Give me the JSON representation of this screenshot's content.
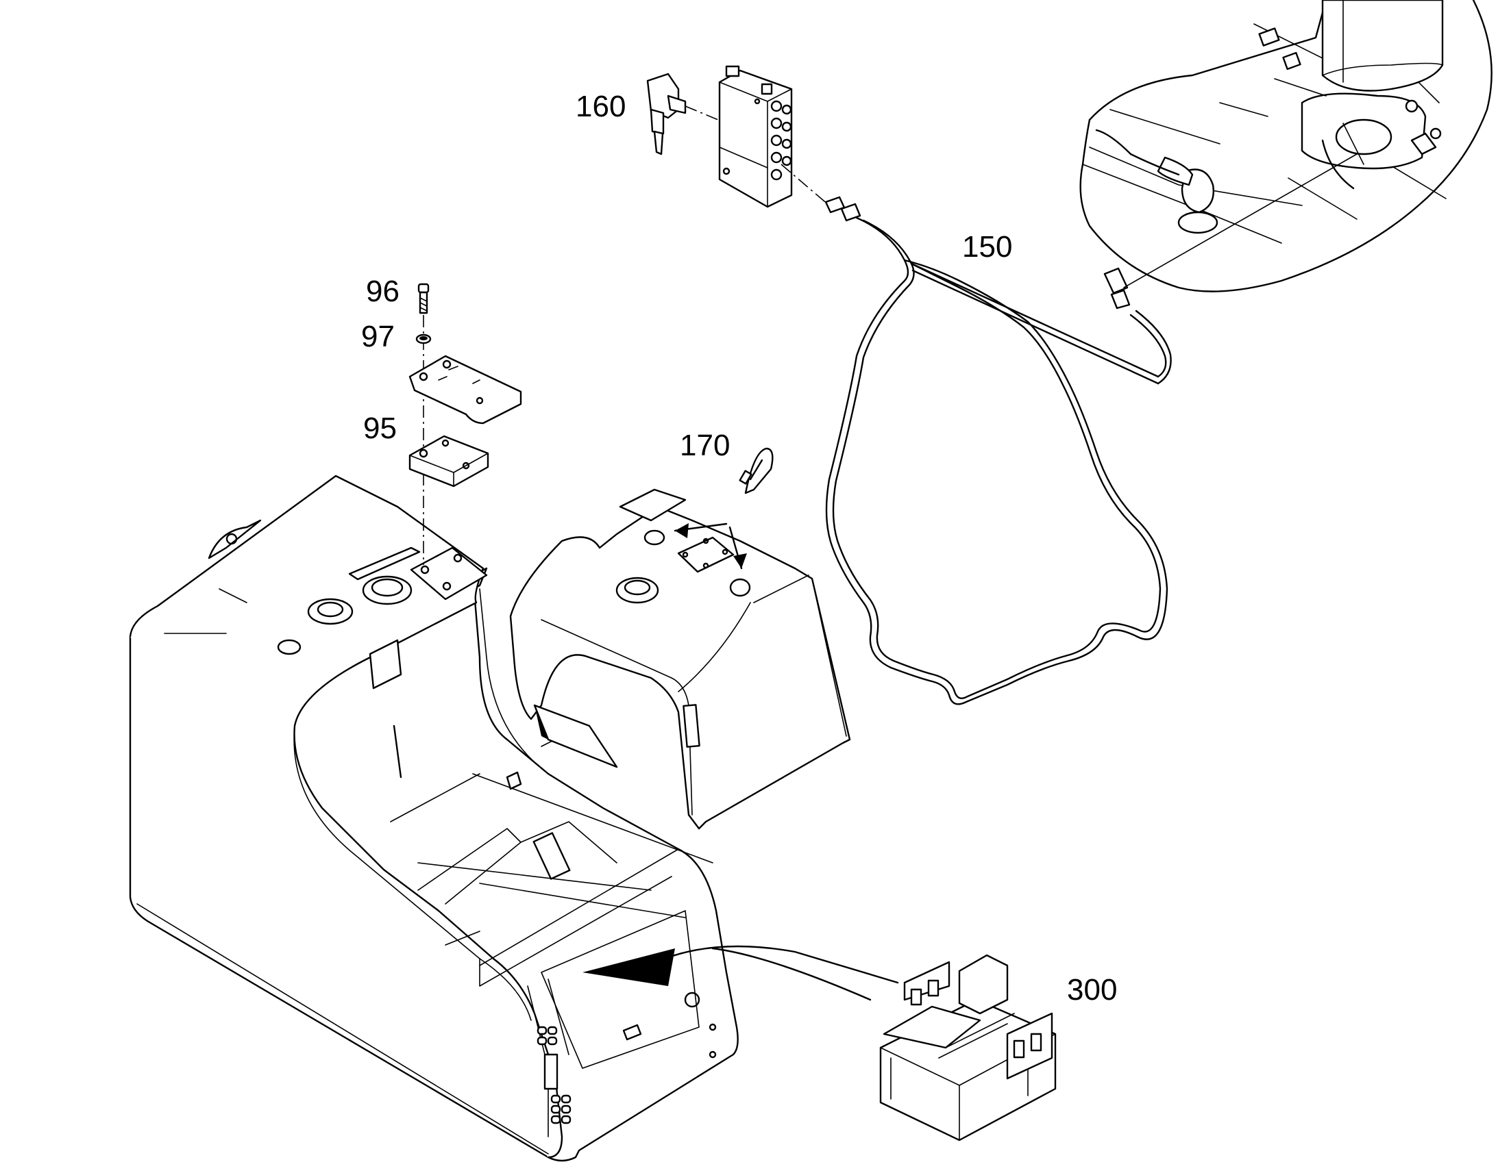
{
  "callouts": {
    "c96": "96",
    "c97": "97",
    "c95": "95",
    "c160": "160",
    "c150": "150",
    "c170": "170",
    "c300": "300"
  },
  "colors": {
    "line": "#000000",
    "background": "#ffffff"
  }
}
